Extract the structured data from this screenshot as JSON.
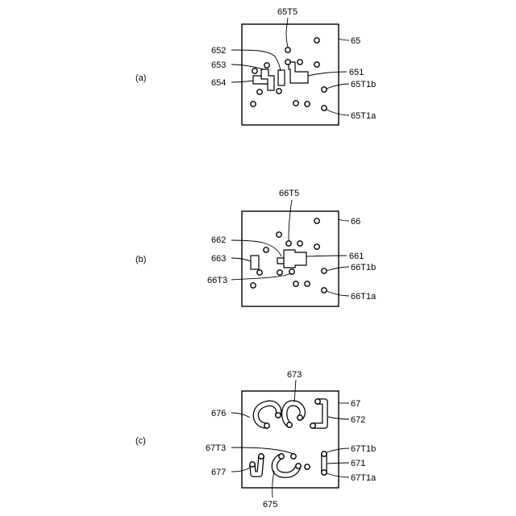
{
  "panels": [
    {
      "id": "a",
      "caption": "(a)",
      "labels": {
        "plate": "65",
        "via_top": "65T5",
        "pad_652": "652",
        "pad_653": "653",
        "pad_654": "654",
        "pad_651": "651",
        "via_1b": "65T1b",
        "via_1a": "65T1a"
      }
    },
    {
      "id": "b",
      "caption": "(b)",
      "labels": {
        "plate": "66",
        "via_top": "66T5",
        "pad_662": "662",
        "pad_663": "663",
        "via_t3": "66T3",
        "pad_661": "661",
        "via_1b": "66T1b",
        "via_1a": "66T1a"
      }
    },
    {
      "id": "c",
      "caption": "(c)",
      "labels": {
        "trace_673": "673",
        "trace_676": "676",
        "plate": "67",
        "trace_672": "672",
        "via_t3": "67T3",
        "via_1b": "67T1b",
        "trace_671": "671",
        "trace_677": "677",
        "via_1a": "67T1a",
        "trace_675": "675"
      }
    }
  ]
}
